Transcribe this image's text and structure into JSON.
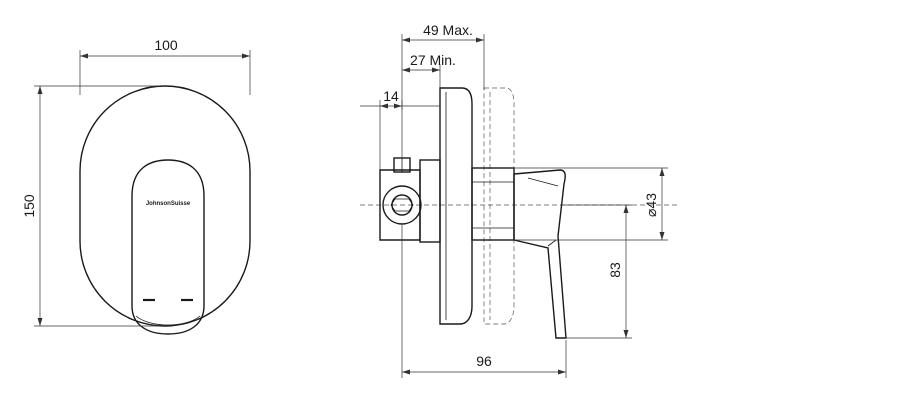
{
  "front_view": {
    "width_label": "100",
    "height_label": "150",
    "brand_label": "JohnsonSuisse"
  },
  "side_view": {
    "max_depth_label": "49 Max.",
    "min_depth_label": "27 Min.",
    "offset_label": "14",
    "diameter_label": "⌀43",
    "height_label": "83",
    "length_label": "96"
  }
}
